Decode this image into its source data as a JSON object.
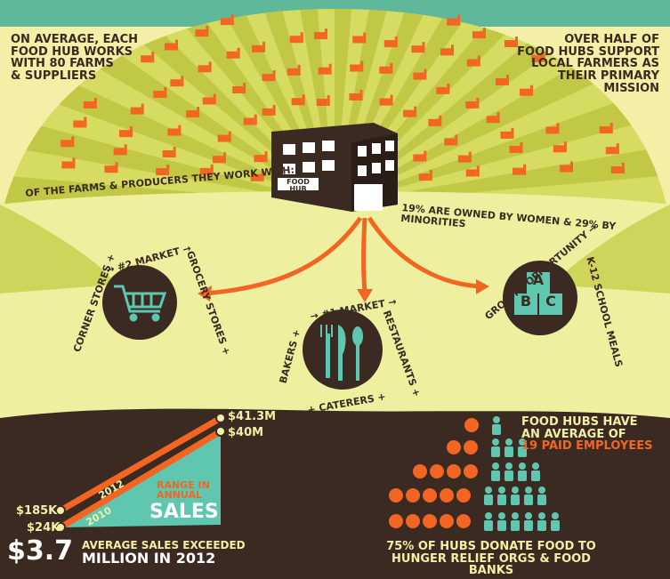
{
  "colors": {
    "sky_top": "#5fb89a",
    "cream": "#f3efa6",
    "hill": "#cfd55a",
    "stripe": "#a8b536",
    "ground": "#3b2a21",
    "orange": "#f26522",
    "dark": "#3a2a20",
    "mint": "#5fc7b0"
  },
  "top_left": {
    "lines": [
      "ON AVERAGE, EACH",
      "FOOD HUB WORKS",
      "WITH 80 FARMS",
      "& SUPPLIERS"
    ]
  },
  "top_right": {
    "lines": [
      "OVER HALF OF",
      "FOOD HUBS SUPPORT",
      "LOCAL FARMERS AS",
      "THEIR PRIMARY",
      "MISSION"
    ]
  },
  "building": {
    "sign": "FOOD HUB"
  },
  "farms_caption_left": "OF THE FARMS & PRODUCERS THEY WORK WITH:",
  "farms_caption_right": "19% ARE OWNED BY WOMEN & 29% BY MINORITIES",
  "market2": {
    "title": "→ #2 MARKET →",
    "left_arc": "CORNER STORES +",
    "right_arc": "GROCERY STORES +",
    "icon": "shopping-cart-icon"
  },
  "market1": {
    "title": "→ #1 MARKET →",
    "left_arc": "BAKERS +",
    "right_arc": "RESTAURANTS +",
    "bottom_arc": "+ CATERERS +",
    "icon": "cutlery-icon"
  },
  "growth": {
    "title": "GROWTH OPPORTUNITY →",
    "arc": "K-12 SCHOOL MEALS",
    "blocks": [
      "A",
      "B",
      "C"
    ],
    "icon": "abc-blocks-icon"
  },
  "sales": {
    "top_high": "$41.3M",
    "top_low": "$40M",
    "bottom_high": "$185K",
    "bottom_low": "$24K",
    "year_2012": "2012",
    "year_2010": "2010",
    "range_lines": [
      "RANGE IN",
      "ANNUAL"
    ],
    "range_big": "SALES",
    "avg_big": "$3.7",
    "avg_small": "AVERAGE SALES EXCEEDED",
    "avg_line2": "MILLION IN 2012"
  },
  "employees": {
    "line1": "FOOD HUBS HAVE",
    "line2": "AN AVERAGE OF",
    "line3": "19 PAID EMPLOYEES",
    "count": 19
  },
  "donate": {
    "line1": "75% OF HUBS DONATE FOOD TO",
    "line2": "HUNGER RELIEF ORGS & FOOD BANKS"
  }
}
